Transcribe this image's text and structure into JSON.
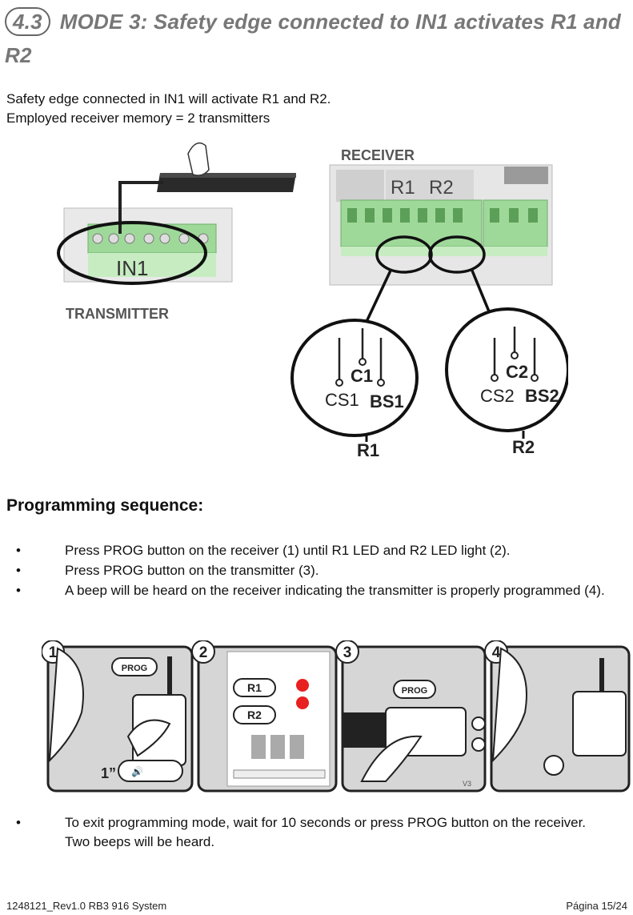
{
  "section": {
    "number": "4.3",
    "title": "MODE 3: Safety edge connected to IN1 activates R1 and R2"
  },
  "intro": {
    "line1": "Safety edge connected in IN1 will activate R1 and R2.",
    "line2": "Employed receiver memory  = 2 transmitters"
  },
  "diagram": {
    "receiver_label": "RECEIVER",
    "transmitter_label": "TRANSMITTER",
    "in1_label": "IN1",
    "relay_r1": "R1",
    "relay_r2": "R2",
    "zoom_r1": {
      "c": "C1",
      "cs": "CS1",
      "bs": "BS1",
      "name": "R1"
    },
    "zoom_r2": {
      "c": "C2",
      "cs": "CS2",
      "bs": "BS2",
      "name": "R2"
    }
  },
  "programming": {
    "heading": "Programming sequence:",
    "steps": [
      "Press PROG button on the receiver (1) until R1 LED and R2 LED light (2).",
      "Press PROG button on the transmitter (3).",
      "A beep will be heard on the receiver indicating the transmitter is properly programmed (4)."
    ],
    "exit_step": "To exit programming mode, wait for 10 seconds or press PROG button on the receiver. Two beeps will be heard."
  },
  "panels": {
    "p1": {
      "num": "1",
      "callout": "PROG",
      "time": "1”"
    },
    "p2": {
      "num": "2",
      "r1": "R1",
      "r2": "R2"
    },
    "p3": {
      "num": "3",
      "callout": "PROG",
      "tag": "V3"
    },
    "p4": {
      "num": "4"
    }
  },
  "footer": {
    "left": "1248121_Rev1.0 RB3 916 System",
    "right": "Página 15/24"
  },
  "colors": {
    "terminal_green": "#9fd99a",
    "led_red": "#e82020",
    "panel_gray": "#d6d6d6"
  }
}
